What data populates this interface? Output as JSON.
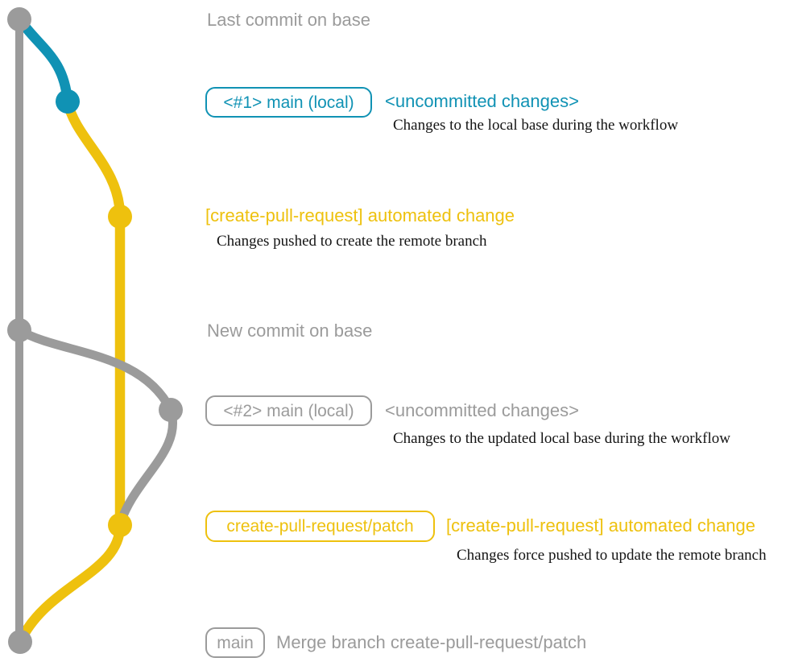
{
  "colors": {
    "gray": "#9b9b9b",
    "teal": "#1092b4",
    "yellow": "#eec10e",
    "description_text": "#141414",
    "background": "#ffffff"
  },
  "headings": {
    "last_commit": "Last commit on base",
    "new_commit": "New commit on base"
  },
  "row1": {
    "badge": "<#1> main (local)",
    "title": "<uncommitted changes>",
    "description": "Changes to the local base during the workflow"
  },
  "row2": {
    "title": "[create-pull-request] automated change",
    "description": "Changes pushed to create the remote branch"
  },
  "row3": {
    "badge": "<#2> main (local)",
    "title": "<uncommitted changes>",
    "description": "Changes to the updated local base during the workflow"
  },
  "row4": {
    "badge": "create-pull-request/patch",
    "title": "[create-pull-request] automated change",
    "description": "Changes force pushed to update the remote branch"
  },
  "row5": {
    "badge": "main",
    "title": "Merge branch create-pull-request/patch"
  },
  "commit_dots": [
    "gray",
    "teal",
    "yellow",
    "gray",
    "gray",
    "yellow",
    "gray"
  ]
}
